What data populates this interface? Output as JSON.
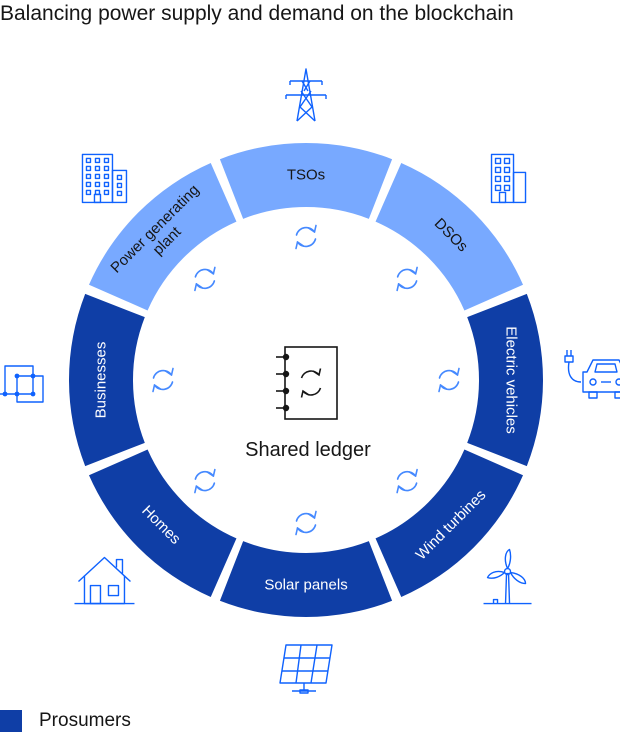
{
  "title": "Balancing power supply and demand on the blockchain",
  "center_label": "Shared ledger",
  "segments": [
    {
      "id": "tsos",
      "label": "TSOs",
      "group": "grid",
      "icon": "transmission-tower-icon"
    },
    {
      "id": "dsos",
      "label": "DSOs",
      "group": "grid",
      "icon": "office-building-icon"
    },
    {
      "id": "electric-vehicles",
      "label": "Electric vehicles",
      "group": "prosumer",
      "icon": "electric-car-icon"
    },
    {
      "id": "wind-turbines",
      "label": "Wind turbines",
      "group": "prosumer",
      "icon": "wind-turbine-icon"
    },
    {
      "id": "solar-panels",
      "label": "Solar panels",
      "group": "prosumer",
      "icon": "solar-panel-icon"
    },
    {
      "id": "homes",
      "label": "Homes",
      "group": "prosumer",
      "icon": "house-icon"
    },
    {
      "id": "businesses",
      "label": "Businesses",
      "group": "prosumer",
      "icon": "network-nodes-icon"
    },
    {
      "id": "power-plant",
      "label": "Power generating plant",
      "label_lines": [
        "Power generating",
        "plant"
      ],
      "group": "grid",
      "icon": "power-plant-building-icon"
    }
  ],
  "legend": {
    "label": "Prosumers",
    "color": "#0f3ea6"
  },
  "colors": {
    "prosumer": "#0f3ea6",
    "grid": "#78a9ff",
    "icon_stroke": "#0f62fe",
    "sync_icon": "#4589ff",
    "text_dark": "#161616",
    "text_light": "#ffffff"
  }
}
